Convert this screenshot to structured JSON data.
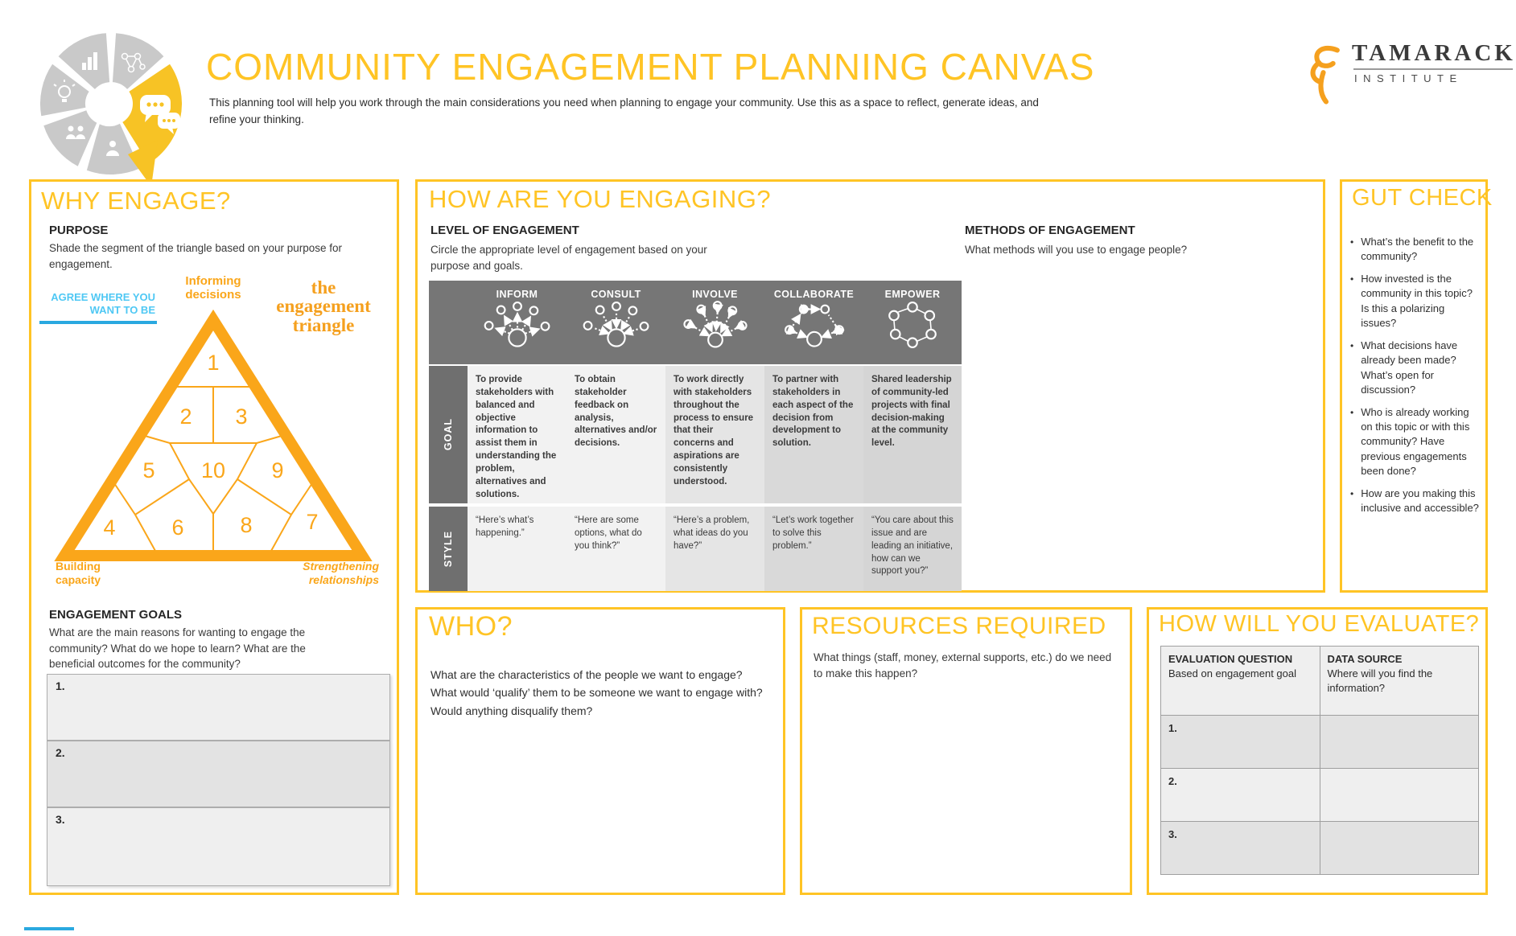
{
  "colors": {
    "accent_gold": "#FFC425",
    "triangle_orange": "#FAA61A",
    "info_blue": "#4FC8F4",
    "table_header_gray": "#767676"
  },
  "header": {
    "title": "COMMUNITY ENGAGEMENT PLANNING CANVAS",
    "subtitle": "This planning tool will help you work through the main considerations you need when planning to engage your community. Use this as a space to reflect, generate ideas, and refine your thinking.",
    "brand": {
      "name": "TAMARACK",
      "sub": "INSTITUTE"
    }
  },
  "why_engage": {
    "title": "WHY ENGAGE?",
    "purpose_heading": "PURPOSE",
    "purpose_text": "Shade the segment of the triangle based on your purpose for engagement.",
    "triangle": {
      "top_label": "Informing decisions",
      "left_label": "AGREE WHERE YOU WANT TO BE",
      "right_label": "the engagement triangle",
      "bottom_left_label": "Building capacity",
      "bottom_right_label": "Strengthening relationships",
      "segments": [
        "1",
        "2",
        "3",
        "5",
        "10",
        "9",
        "4",
        "6",
        "8",
        "7"
      ]
    },
    "goals_heading": "ENGAGEMENT GOALS",
    "goals_text": "What are the main reasons for wanting to engage the community? What do we hope to learn? What are the beneficial outcomes for the community?",
    "goal_rows": [
      "1.",
      "2.",
      "3."
    ]
  },
  "how_engaging": {
    "title": "HOW ARE YOU ENGAGING?",
    "level_heading": "LEVEL OF ENGAGEMENT",
    "level_text": "Circle the appropriate level of engagement based on your purpose and goals.",
    "methods_heading": "METHODS OF ENGAGEMENT",
    "methods_text": "What methods will you use to engage people?",
    "table": {
      "row_labels": [
        "GOAL",
        "STYLE"
      ],
      "columns": [
        {
          "name": "INFORM",
          "goal": "To provide stakeholders with balanced and objective information to assist them in understanding the problem, alternatives and solutions.",
          "style": "“Here’s what’s happening.”"
        },
        {
          "name": "CONSULT",
          "goal": "To obtain stakeholder feedback on analysis, alternatives and/or decisions.",
          "style": "“Here are some options, what do you think?”"
        },
        {
          "name": "INVOLVE",
          "goal": "To work directly with stakeholders throughout the process to ensure that their concerns and aspirations are consistently understood.",
          "style": "“Here’s a problem, what ideas do you have?”"
        },
        {
          "name": "COLLABORATE",
          "goal": "To partner with stakeholders in each aspect of the decision from development to solution.",
          "style": "“Let’s work together to solve this problem.”"
        },
        {
          "name": "EMPOWER",
          "goal": "Shared leadership of community-led projects with final decision-making at the community level.",
          "style": "“You care about this issue and are leading an initiative, how can we support you?”"
        }
      ]
    }
  },
  "gut_check": {
    "title": "GUT CHECK",
    "bullets": [
      "What’s the benefit to the community?",
      "How invested is the community in this topic? Is this a polarizing issues?",
      "What decisions have already been made? What’s open for discussion?",
      "Who is already working on this topic or with this community? Have previous engagements been done?",
      "How are you making this inclusive and accessible?"
    ]
  },
  "who": {
    "title": "WHO?",
    "lines": [
      "What are the characteristics of the people we want to engage?",
      "What would ‘qualify’ them to be someone we want to engage with?",
      "Would anything disqualify them?"
    ]
  },
  "resources": {
    "title": "RESOURCES  REQUIRED",
    "text": "What things (staff, money, external supports, etc.) do we need to make this happen?"
  },
  "evaluate": {
    "title": "HOW WILL YOU EVALUATE?",
    "table": {
      "col1_heading": "EVALUATION QUESTION",
      "col1_sub": "Based on engagement goal",
      "col2_heading": "DATA SOURCE",
      "col2_sub": "Where will you find the information?",
      "rows": [
        "1.",
        "2.",
        "3."
      ]
    }
  }
}
